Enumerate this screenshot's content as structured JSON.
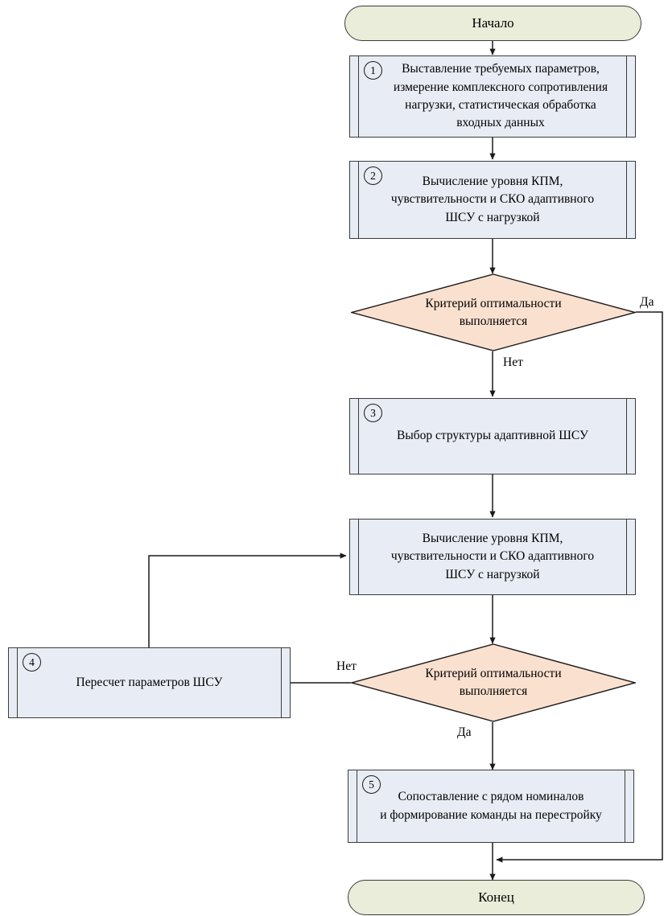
{
  "diagram": {
    "title": "Algorithm flowchart for adaptive matching network tuning",
    "language": "ru",
    "colors": {
      "terminal_fill": "#e9edd9",
      "process_fill": "#e8edf5",
      "decision_fill": "#fae0cf",
      "stroke": "#3b3b3b",
      "text": "#000000"
    },
    "nodes": {
      "start": {
        "type": "terminal",
        "label": "Начало"
      },
      "step1": {
        "type": "predefined-process",
        "number": "1",
        "label": "Выставление требуемых параметров,\nизмерение комплексного сопротивления\nнагрузки, статистическая обработка\nвходных данных"
      },
      "step2": {
        "type": "predefined-process",
        "number": "2",
        "label": "Вычисление уровня КПМ,\nчувствительности и СКО адаптивного\nШСУ с нагрузкой"
      },
      "decision1": {
        "type": "decision",
        "label": "Критерий оптимальности\nвыполняется",
        "yes_label": "Да",
        "no_label": "Нет"
      },
      "step3": {
        "type": "predefined-process",
        "number": "3",
        "label": "Выбор структуры адаптивной ШСУ"
      },
      "recalc_eval": {
        "type": "predefined-process",
        "number": "",
        "label": "Вычисление уровня КПМ,\nчувствительности и СКО адаптивного\nШСУ с нагрузкой"
      },
      "step4": {
        "type": "predefined-process",
        "number": "4",
        "label": "Пересчет  параметров ШСУ"
      },
      "decision2": {
        "type": "decision",
        "label": "Критерий оптимальности\nвыполняется",
        "yes_label": "Да",
        "no_label": "Нет"
      },
      "step5": {
        "type": "predefined-process",
        "number": "5",
        "label": "Сопоставление с рядом номиналов\nи формирование команды на перестройку"
      },
      "end": {
        "type": "terminal",
        "label": "Конец"
      }
    },
    "edge_labels": {
      "d1_yes": "Да",
      "d1_no": "Нет",
      "d2_yes": "Да",
      "d2_no": "Нет"
    }
  }
}
